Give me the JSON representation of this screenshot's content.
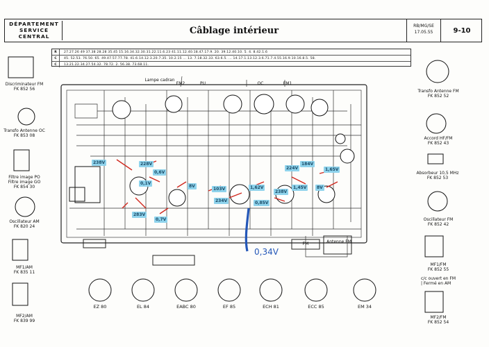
{
  "header": {
    "dept_line1": "DÉPARTEMENT",
    "dept_line2": "SERVICE",
    "dept_line3": "CENTRAL",
    "title": "Câblage intérieur",
    "ref_line1": "RB/MG/SE",
    "ref_line2": "17.05.55",
    "page": "9-10"
  },
  "index_grid": {
    "rows": [
      {
        "label": "R",
        "values": "27.27.26   49   37.38   28.28          35.45 15.16.34.32.30.31.22.11.6.23   41.11.12.40.18.47.17.9.          20.   39.12.40.10.   5.   4.          8.42.1.6"
      },
      {
        "label": "C",
        "values": "               45.  52.53.   76.50.   65.   49.47.57.77.78.   41.6.14.12.3.20.7.35.   10.2.15   ...   13.  7.18.32.33.   63.6.5.   ...   14.17.1.13.12.3.6.71.7.4.55.16.9.10.16.8.5.   58."
      },
      {
        "label": "C",
        "values": "                                                         13.21.22.34.27.54.32.                 78.72.                    2.                    56.38.    73.68.11."
      }
    ]
  },
  "left_components": [
    {
      "name": "Discriminateur FM",
      "ref": "FK 852 56"
    },
    {
      "name": "Transfo Antenne OC",
      "ref": "FK 853 08"
    },
    {
      "name": "Filtre image PO\nFiltre image GO",
      "ref": "FK 854 30"
    },
    {
      "name": "Oscillateur AM",
      "ref": "FK 820 24"
    },
    {
      "name": "MF1/AM",
      "ref": "FK 835 11"
    },
    {
      "name": "MF2/AM",
      "ref": "FK 839 99"
    }
  ],
  "right_components": [
    {
      "name": "Transfo Antenne FM",
      "ref": "FK 852 52"
    },
    {
      "name": "Accord HF/FM",
      "ref": "FK 852 43"
    },
    {
      "name": "Absorbeur 10,5 MHz",
      "ref": "FK 852 53"
    },
    {
      "name": "Oscillateur FM",
      "ref": "FK 852 42"
    },
    {
      "name": "MF1/FM",
      "ref": "FK 852 55"
    },
    {
      "name": "c/c ouvert en FM\n| Fermé en AM",
      "ref": ""
    },
    {
      "name": "MF2/FM",
      "ref": "FK 852 54"
    }
  ],
  "tubes": [
    "EZ 80",
    "EL 84",
    "EABC 80",
    "EF 85",
    "ECH 81",
    "ECC 85",
    "EM 34"
  ],
  "chassis_labels": [
    "Lampe cadran",
    "FM2",
    "PU",
    "OC",
    "FM1",
    "Antenne FM",
    "FM"
  ],
  "voltage_badges": [
    "238V",
    "228V",
    "0,1V",
    "283V",
    "8V",
    "0,7V",
    "103V",
    "234V",
    "1,62V",
    "0,85V",
    "238V",
    "1,45V",
    "184V",
    "224V",
    "1,65V",
    "8V",
    "0,6V"
  ],
  "measured_voltage": "0,34V",
  "colors": {
    "badge": "#8fd3ec",
    "red_marks": "#d0281e",
    "blue_mark": "#2457b8"
  }
}
